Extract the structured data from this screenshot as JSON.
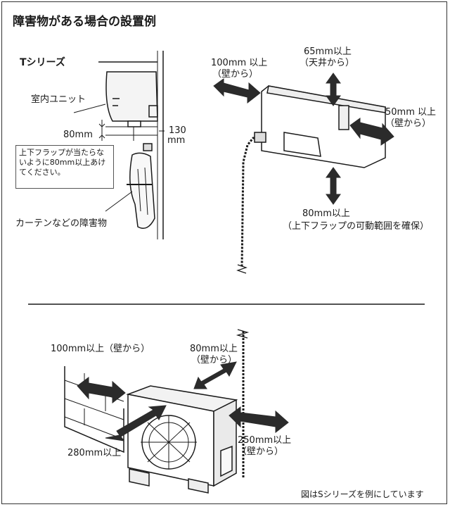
{
  "title": "障害物がある場合の設置例",
  "indoor": {
    "series_label": "Tシリーズ",
    "unit_label": "室内ユニット",
    "flap_gap": "80mm",
    "wall_gap_value": "130",
    "wall_gap_unit": "mm",
    "note": "上下フラップが当たらないように80mm以上あけてください。",
    "obstacle_label": "カーテンなどの障害物",
    "clear_left_1": "100mm 以上",
    "clear_left_2": "（壁から）",
    "clear_top_1": "65mm以上",
    "clear_top_2": "（天井から）",
    "clear_right_1": "50mm 以上",
    "clear_right_2": "（壁から）",
    "clear_bottom_1": "80mm以上",
    "clear_bottom_2": "（上下フラップの可動範囲を確保）"
  },
  "outdoor": {
    "clear_left": "100mm以上（壁から）",
    "clear_back_1": "80mm以上",
    "clear_back_2": "（壁から）",
    "clear_front": "280mm以上",
    "clear_right_1": "250mm以上",
    "clear_right_2": "（壁から）"
  },
  "footnote": "図はSシリーズを例にしています",
  "colors": {
    "line": "#1a1a1a",
    "fill": "#f0f0f0",
    "arrow": "#2b2b2b"
  }
}
